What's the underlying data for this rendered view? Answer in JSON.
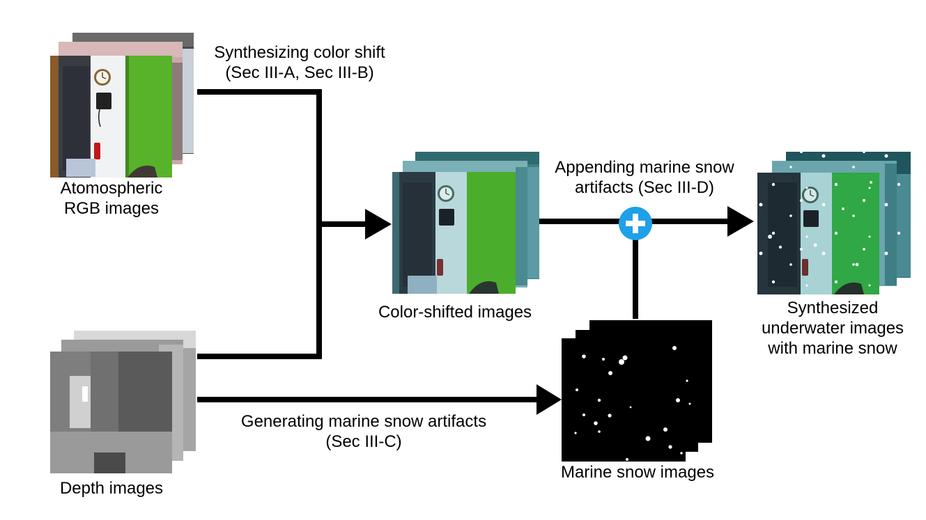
{
  "labels": {
    "rgb_line1": "Atomospheric",
    "rgb_line2": "RGB images",
    "depth": "Depth images",
    "colorshift_line1": "Synthesizing color shift",
    "colorshift_line2": "(Sec III-A, Sec III-B)",
    "colorshifted": "Color-shifted images",
    "append_line1": "Appending marine snow",
    "append_line2": "artifacts (Sec III-D)",
    "gen_line1": "Generating marine snow artifacts",
    "gen_line2": "(Sec III-C)",
    "snow": "Marine snow images",
    "synth_line1": "Synthesized",
    "synth_line2": "underwater images",
    "synth_line3": "with marine snow"
  },
  "colors": {
    "plus_node": "#1ea1e8",
    "rgb_green": "#58b22a",
    "shifted_green": "#4aae2c",
    "synth_green": "#2fa845",
    "underwater_teal": "#2e6b73"
  },
  "icons": {
    "plus_node": "plus-circle-icon"
  }
}
